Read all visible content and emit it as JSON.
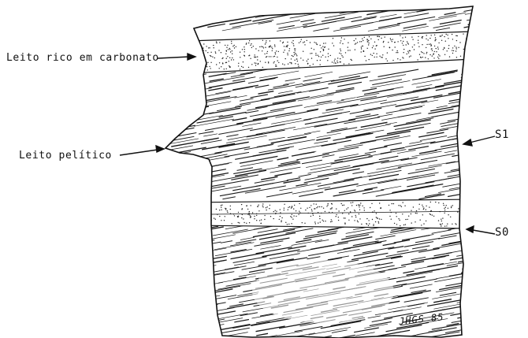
{
  "figure": {
    "labels": {
      "carbonate_bed": "Leito rico em carbonato",
      "pelitic_bed": "Leito pelítico",
      "s1": "S1",
      "s0": "S0"
    },
    "signature": "JHGS 85",
    "colors": {
      "ink": "#111111",
      "paper": "#ffffff"
    }
  }
}
